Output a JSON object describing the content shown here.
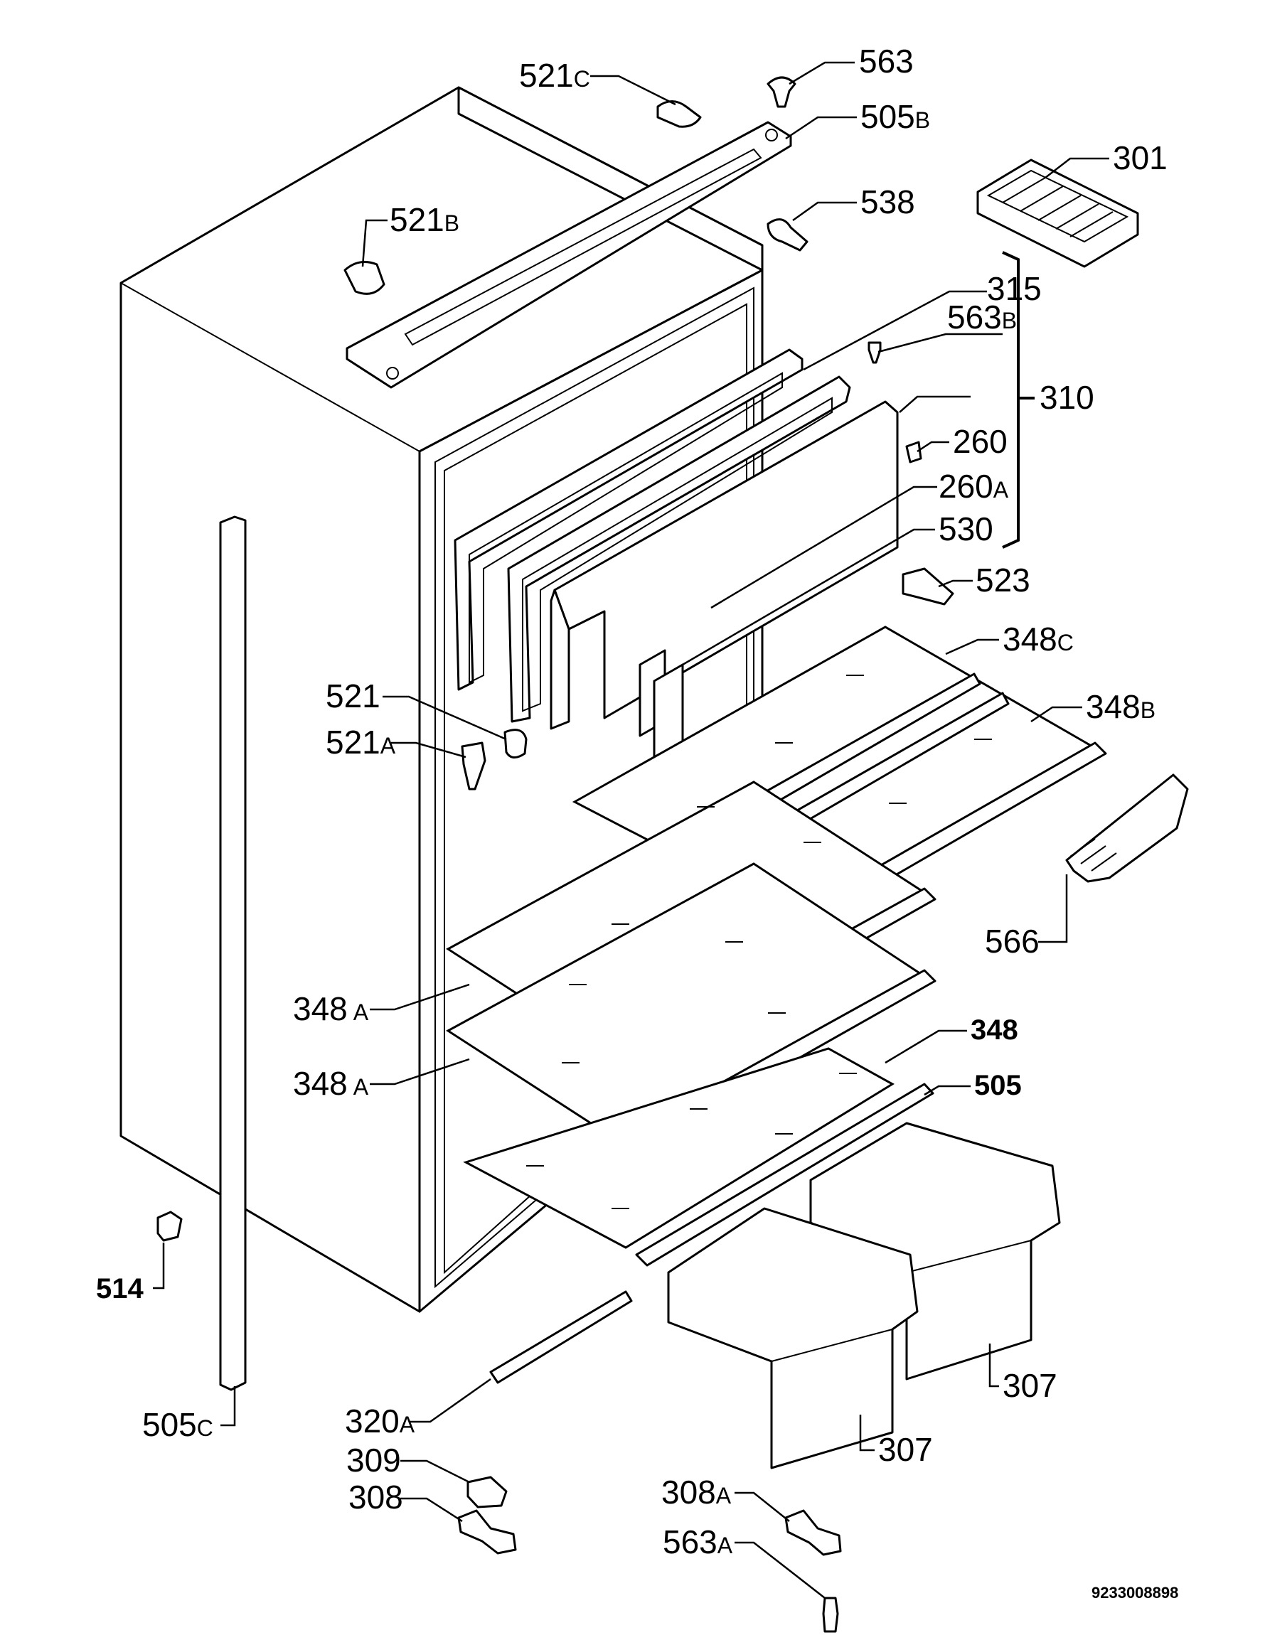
{
  "labels": [
    {
      "id": "521C",
      "num": "521",
      "suffix": "C"
    },
    {
      "id": "563",
      "num": "563",
      "suffix": ""
    },
    {
      "id": "505B",
      "num": "505",
      "suffix": "B"
    },
    {
      "id": "301",
      "num": "301",
      "suffix": ""
    },
    {
      "id": "521B",
      "num": "521",
      "suffix": "B"
    },
    {
      "id": "538",
      "num": "538",
      "suffix": ""
    },
    {
      "id": "315",
      "num": "315",
      "suffix": ""
    },
    {
      "id": "563B",
      "num": "563",
      "suffix": "B"
    },
    {
      "id": "310",
      "num": "310",
      "suffix": ""
    },
    {
      "id": "260",
      "num": "260",
      "suffix": ""
    },
    {
      "id": "260A",
      "num": "260",
      "suffix": "A"
    },
    {
      "id": "530",
      "num": "530",
      "suffix": ""
    },
    {
      "id": "523",
      "num": "523",
      "suffix": ""
    },
    {
      "id": "348C",
      "num": "348",
      "suffix": "C"
    },
    {
      "id": "348B",
      "num": "348",
      "suffix": "B"
    },
    {
      "id": "521",
      "num": "521",
      "suffix": ""
    },
    {
      "id": "521A",
      "num": "521",
      "suffix": "A"
    },
    {
      "id": "566",
      "num": "566",
      "suffix": ""
    },
    {
      "id": "348A_1",
      "num": "348",
      "suffix": "A"
    },
    {
      "id": "348A_2",
      "num": "348",
      "suffix": "A"
    },
    {
      "id": "348",
      "num": "348",
      "suffix": ""
    },
    {
      "id": "505",
      "num": "505",
      "suffix": ""
    },
    {
      "id": "514",
      "num": "514",
      "suffix": ""
    },
    {
      "id": "307_1",
      "num": "307",
      "suffix": ""
    },
    {
      "id": "307_2",
      "num": "307",
      "suffix": ""
    },
    {
      "id": "320A",
      "num": "320",
      "suffix": "A"
    },
    {
      "id": "505C",
      "num": "505",
      "suffix": "C"
    },
    {
      "id": "309",
      "num": "309",
      "suffix": ""
    },
    {
      "id": "308",
      "num": "308",
      "suffix": ""
    },
    {
      "id": "308A",
      "num": "308",
      "suffix": "A"
    },
    {
      "id": "563A",
      "num": "563",
      "suffix": "A"
    }
  ],
  "drawing_code": "9233008898"
}
